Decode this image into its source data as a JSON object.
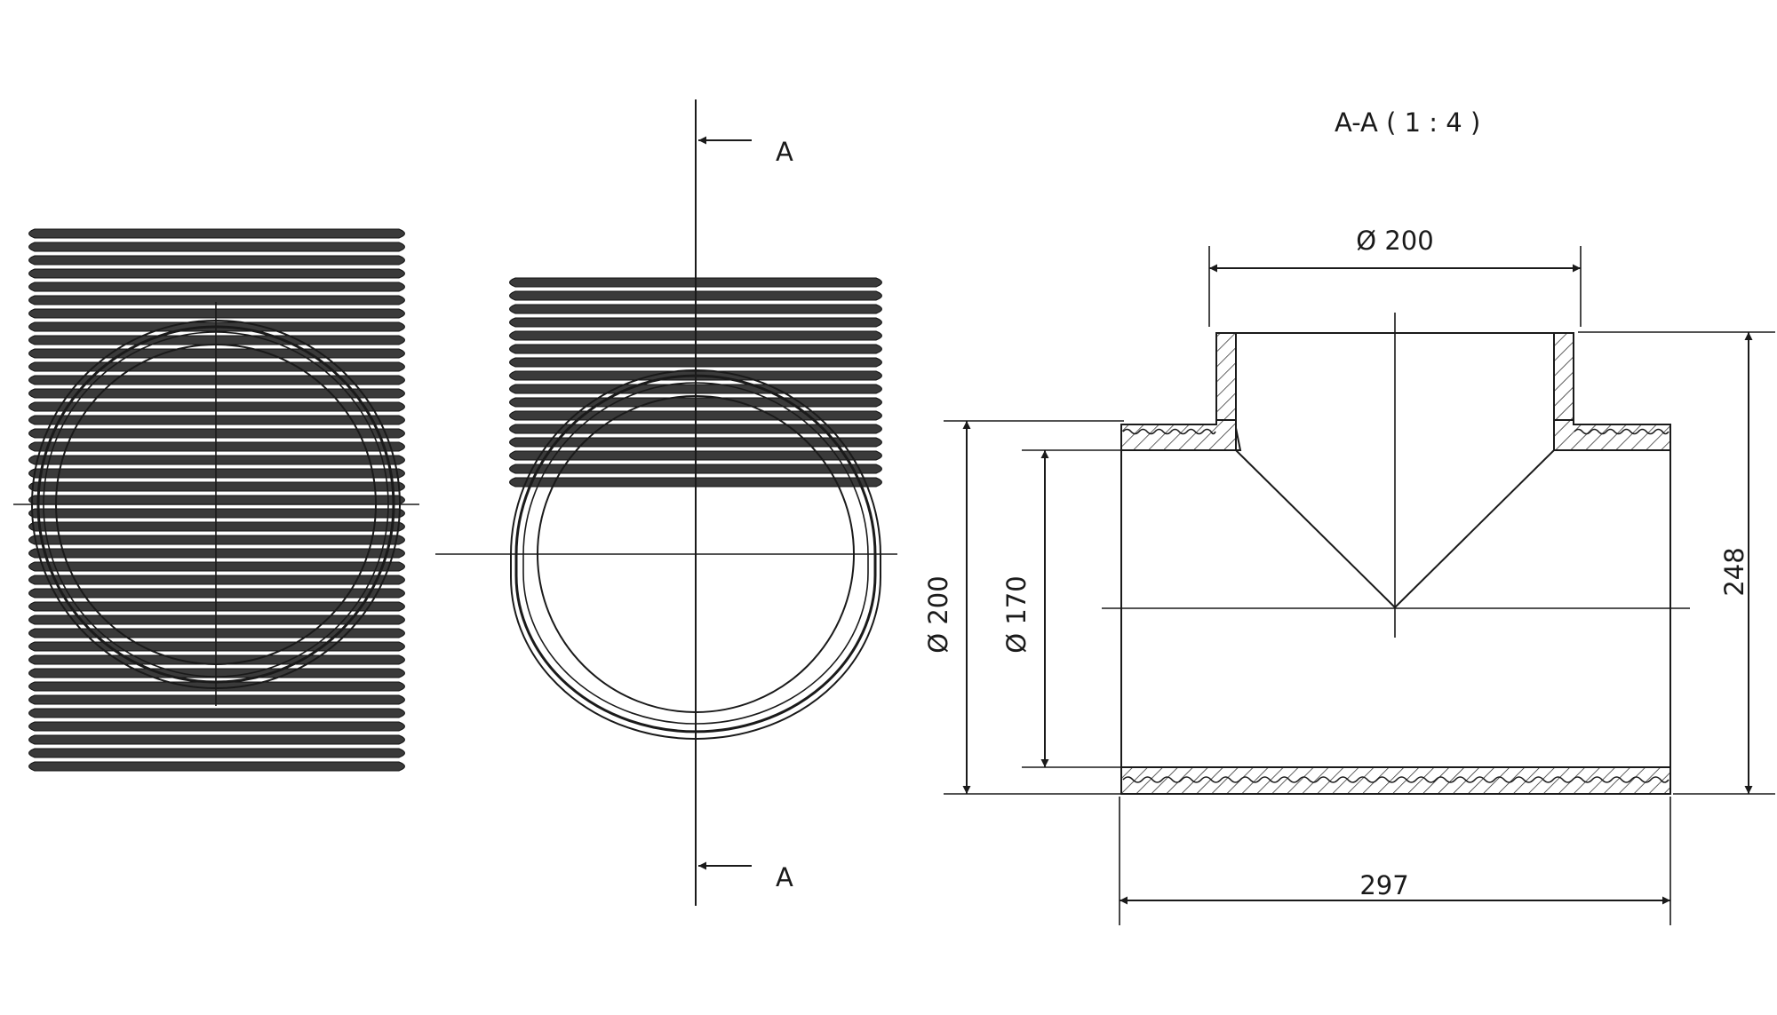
{
  "section_view": {
    "title": "A-A ( 1 : 4 )",
    "outer_diameter": "Ø 200",
    "inner_diameter": "Ø 170",
    "branch_diameter": "Ø 200",
    "length": "297",
    "height": "248"
  },
  "cut_markers": {
    "top": "A",
    "bottom": "A"
  },
  "colors": {
    "line": "#1a1a1a",
    "rib_fill": "#3a3a3a",
    "background": "#ffffff"
  }
}
